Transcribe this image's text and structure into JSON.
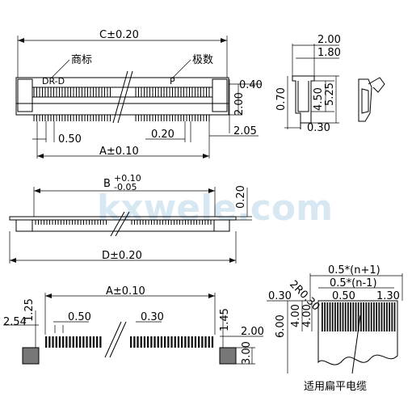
{
  "watermark": "kxwele.com",
  "top_view": {
    "overall_dim": "C±0.20",
    "label_logo": "商标",
    "label_pole": "极数",
    "marking_left": "DR-D",
    "marking_right": "P",
    "dim_height_top": "0.40",
    "dim_height": "2.00",
    "dim_offset": "2.05",
    "dim_pitch_left": "0.50",
    "dim_pitch_right": "0.20",
    "dim_pins": "A±0.10"
  },
  "side_view": {
    "dim_top1": "2.00",
    "dim_top2": "1.80",
    "dim_left": "0.70",
    "dim_mid": "4.50",
    "dim_right": "5.25",
    "dim_bottom": "0.30"
  },
  "front_view": {
    "dim_b": "B",
    "tol_plus": "+0.10",
    "tol_minus": "-0.05",
    "dim_height": "0.20",
    "dim_d": "D±0.20"
  },
  "footprint": {
    "dim_a": "A±0.10",
    "dim_left_offset": "2.54",
    "dim_left_h": "1.25",
    "dim_pitch": "0.50",
    "dim_pad_w": "0.30",
    "dim_right_h": "1.45",
    "dim_right_w": "2.00",
    "dim_pad_h": "3.00"
  },
  "cable": {
    "dim_total": "0.5*(n+1)",
    "dim_inner": "0.5*(n-1)",
    "dim_corner": "2R0.30",
    "dim_edge": "0.30",
    "dim_pitch": "0.50",
    "dim_end": "1.30",
    "dim_len": "6.00",
    "dim_len2": "4.00",
    "dim_len3": "4.00",
    "label": "适用扁平电缆"
  }
}
